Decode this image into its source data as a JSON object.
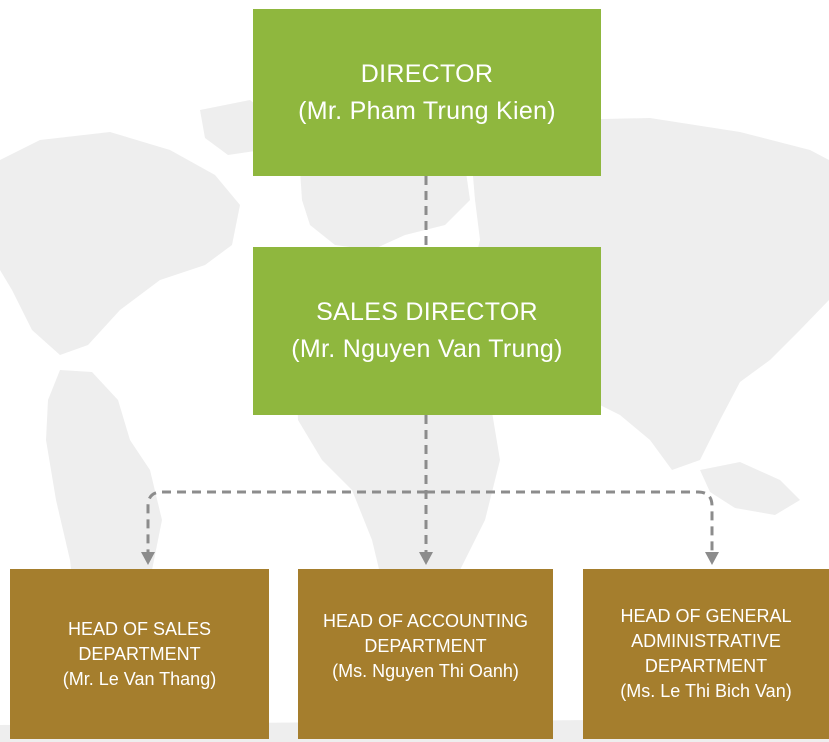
{
  "colors": {
    "executive_box": "#8fb73e",
    "department_box": "#a57e2d",
    "connector": "#8c8c8c",
    "box_text": "#ffffff",
    "map": "#ececec"
  },
  "director": {
    "title": "DIRECTOR",
    "name": "(Mr. Pham Trung Kien)"
  },
  "sales_director": {
    "title": "SALES DIRECTOR",
    "name": "(Mr. Nguyen Van Trung)"
  },
  "departments": [
    {
      "line1": "HEAD OF SALES",
      "line2": "DEPARTMENT",
      "name": "(Mr. Le Van Thang)"
    },
    {
      "line1": "HEAD OF ACCOUNTING",
      "line2": "DEPARTMENT",
      "name": "(Ms. Nguyen Thi Oanh)"
    },
    {
      "line1": "HEAD OF GENERAL",
      "line2": "ADMINISTRATIVE",
      "line3": "DEPARTMENT",
      "name": "(Ms. Le Thi Bich Van)"
    }
  ]
}
